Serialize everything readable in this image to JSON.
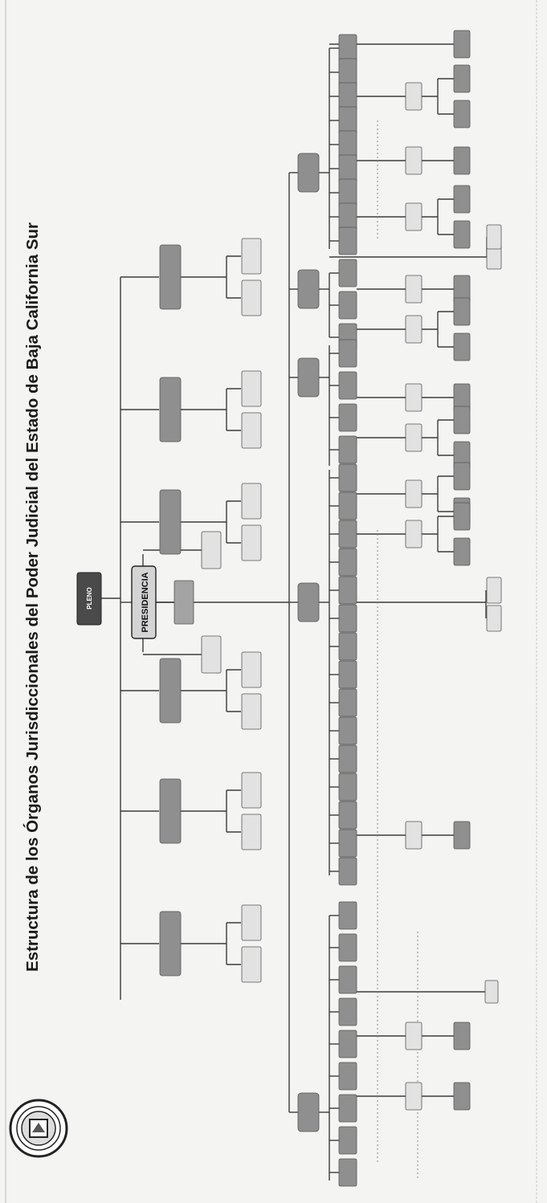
{
  "document": {
    "title": "Estructura de los Órganos Jurisdiccionales del Poder Judicial del Estado de Baja California Sur"
  },
  "nodes": {
    "pleno": "PLENO",
    "presidencia": "PRESIDENCIA"
  },
  "colors": {
    "pleno": "#4a4a4a",
    "presidencia": "#d4d4d4",
    "box_main": "#8f8f8f",
    "box_mid": "#a3a3a3",
    "box_light": "#e2e2e2",
    "line": "#3c3c3c"
  },
  "icons": {
    "seal": "seal-icon"
  }
}
